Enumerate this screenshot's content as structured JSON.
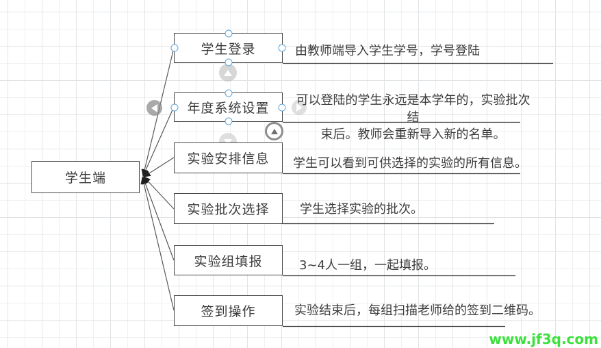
{
  "root": {
    "label": "学生端"
  },
  "children": [
    {
      "label": "学生登录",
      "description": "由教师端导入学生学号，学号登陆"
    },
    {
      "label": "年度系统设置",
      "description": "可以登陆的学生永远是本学年的，实验批次结\n束后。教师会重新导入新的名单。"
    },
    {
      "label": "实验安排信息",
      "description": "学生可以看到可供选择的实验的所有信息。"
    },
    {
      "label": "实验批次选择",
      "description": "学生选择实验的批次。"
    },
    {
      "label": "实验组填报",
      "description": "3~4人一组，一起填报。"
    },
    {
      "label": "签到操作",
      "description": "实验结束后，每组扫描老师给的签到二维码。"
    }
  ],
  "buttons": {
    "up": "up-arrow",
    "down": "down-arrow",
    "left": "left-arrow",
    "right": "right-arrow"
  },
  "colors": {
    "handle_blue": "#5ea4da",
    "node_border": "#454545",
    "watermark_green": "#3ce13c"
  },
  "watermark": "www.jf3q.com"
}
